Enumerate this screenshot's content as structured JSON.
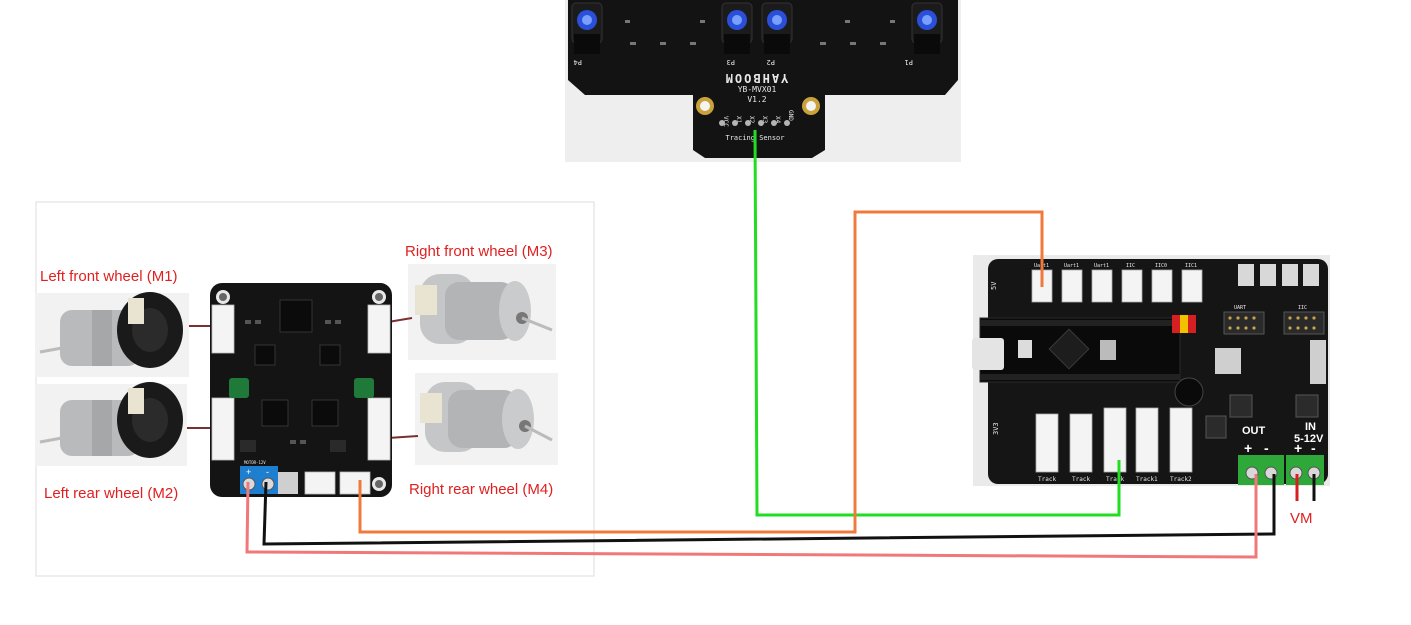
{
  "labels": {
    "left_front": "Left front wheel (M1)",
    "left_rear": "Left rear wheel (M2)",
    "right_front": "Right front wheel (M3)",
    "right_rear": "Right rear wheel (M4)",
    "vm": "VM"
  },
  "sensor": {
    "brand": "YAHBOOM",
    "model": "YB-MVX01",
    "version": "V1.2",
    "name": "Tracing Sensor",
    "pins": [
      "VCC",
      "X1",
      "X2",
      "X3",
      "X4",
      "GND"
    ],
    "probes": [
      "P4",
      "P3",
      "P2",
      "P1"
    ]
  },
  "controller": {
    "out_label": "OUT",
    "in_label": "IN",
    "in_voltage": "5-12V",
    "plus": "+",
    "minus": "-",
    "uart": "UART",
    "iic": "IIC",
    "track_ports": [
      "Track",
      "Track",
      "Track",
      "Track1",
      "Track2"
    ],
    "top_ports": [
      "Uart1",
      "Uart1",
      "Uart1",
      "IIC",
      "IIC0",
      "IIC1"
    ],
    "side_left": "5V",
    "side_left2": "3V3"
  },
  "driver": {
    "power_label": "MOTOR-12V",
    "plus": "+",
    "minus": "-"
  },
  "colors": {
    "wire_green": "#22dd22",
    "wire_orange": "#f07a3c",
    "wire_black": "#111111",
    "wire_pink": "#f07878",
    "label_red": "#e02020",
    "pcb": "#141414",
    "terminal_green": "#2fa83a",
    "terminal_blue": "#1e7fd0"
  }
}
